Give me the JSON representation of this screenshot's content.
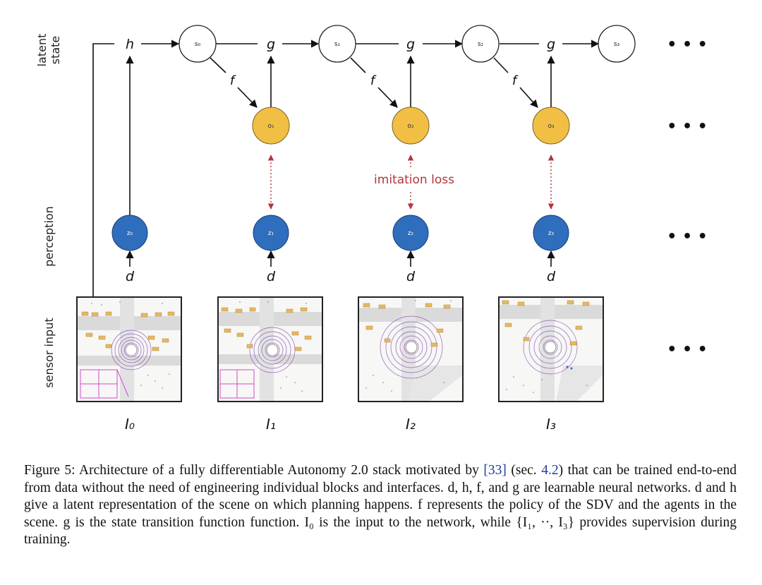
{
  "row_labels": {
    "latent": [
      "latent",
      "state"
    ],
    "perception": "perception",
    "sensor": "sensor input"
  },
  "nodes": {
    "states": [
      "s₀",
      "s₁",
      "s₂",
      "s₃"
    ],
    "outputs": [
      "o₁",
      "o₂",
      "o₃"
    ],
    "perceptions": [
      "z₀",
      "z₁",
      "z₂",
      "z₃"
    ]
  },
  "function_labels": {
    "h": "h",
    "g": "g",
    "f": "f",
    "d": "d"
  },
  "loss_label": "imitation loss",
  "ellipsis": "• • •",
  "inputs": [
    "I₀",
    "I₁",
    "I₂",
    "I₃"
  ],
  "colors": {
    "output_node": "#f2bf45",
    "perception_node": "#2f6dbd",
    "loss": "#b0363c",
    "link": "#1f3fa3"
  },
  "caption": {
    "prefix": "Figure 5: Architecture of a fully differentiable Autonomy 2.0 stack motivated by ",
    "ref1": "[33]",
    "mid1": " (sec. ",
    "ref2": "4.2",
    "mid2": ") that can be trained end-to-end from data without the need of engineering individual blocks and interfaces. ",
    "s1": "d, h, f, and g are learnable neural networks. d and h give a latent representation of the scene on which planning happens. f represents the policy of the SDV and the agents in the scene. g is the state transition function function. I₀ is the input to the network, while {I₁, ··, I₃} provides supervision during training."
  }
}
